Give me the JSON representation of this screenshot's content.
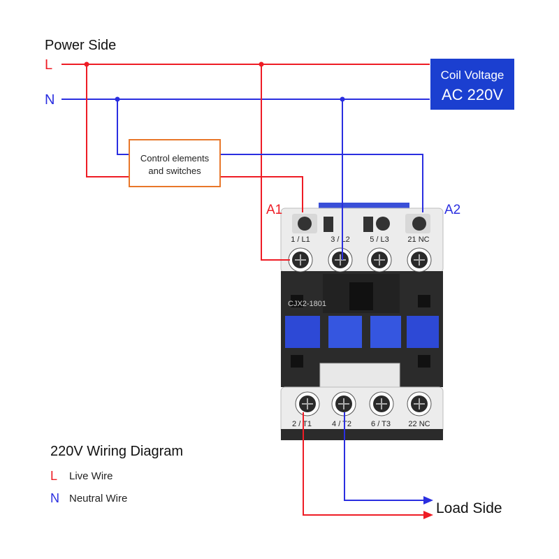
{
  "labels": {
    "power_side": "Power Side",
    "L": "L",
    "N": "N",
    "coil_line1": "Coil Voltage",
    "coil_line2": "AC 220V",
    "control_line1": "Control elements",
    "control_line2": "and switches",
    "A1": "A1",
    "A2": "A2",
    "load_side": "Load Side",
    "model": "CJX2-1801"
  },
  "terminals": {
    "top": [
      "1 / L1",
      "3 / L2",
      "5 / L3",
      "21 NC"
    ],
    "bottom": [
      "2 / T1",
      "4 / T2",
      "6 / T3",
      "22 NC"
    ]
  },
  "legend": {
    "title": "220V Wiring Diagram",
    "items": [
      {
        "symbol": "L",
        "text": "Live Wire"
      },
      {
        "symbol": "N",
        "text": "Neutral Wire"
      }
    ]
  },
  "colors": {
    "live": "#ee1c25",
    "neutral": "#2a2ee0",
    "coil_box": "#1b3fd0",
    "control_border": "#e8772a",
    "contactor_body": "#2b2b2b",
    "terminal_block": "#ececec",
    "contactor_window": "#2d49d6"
  }
}
